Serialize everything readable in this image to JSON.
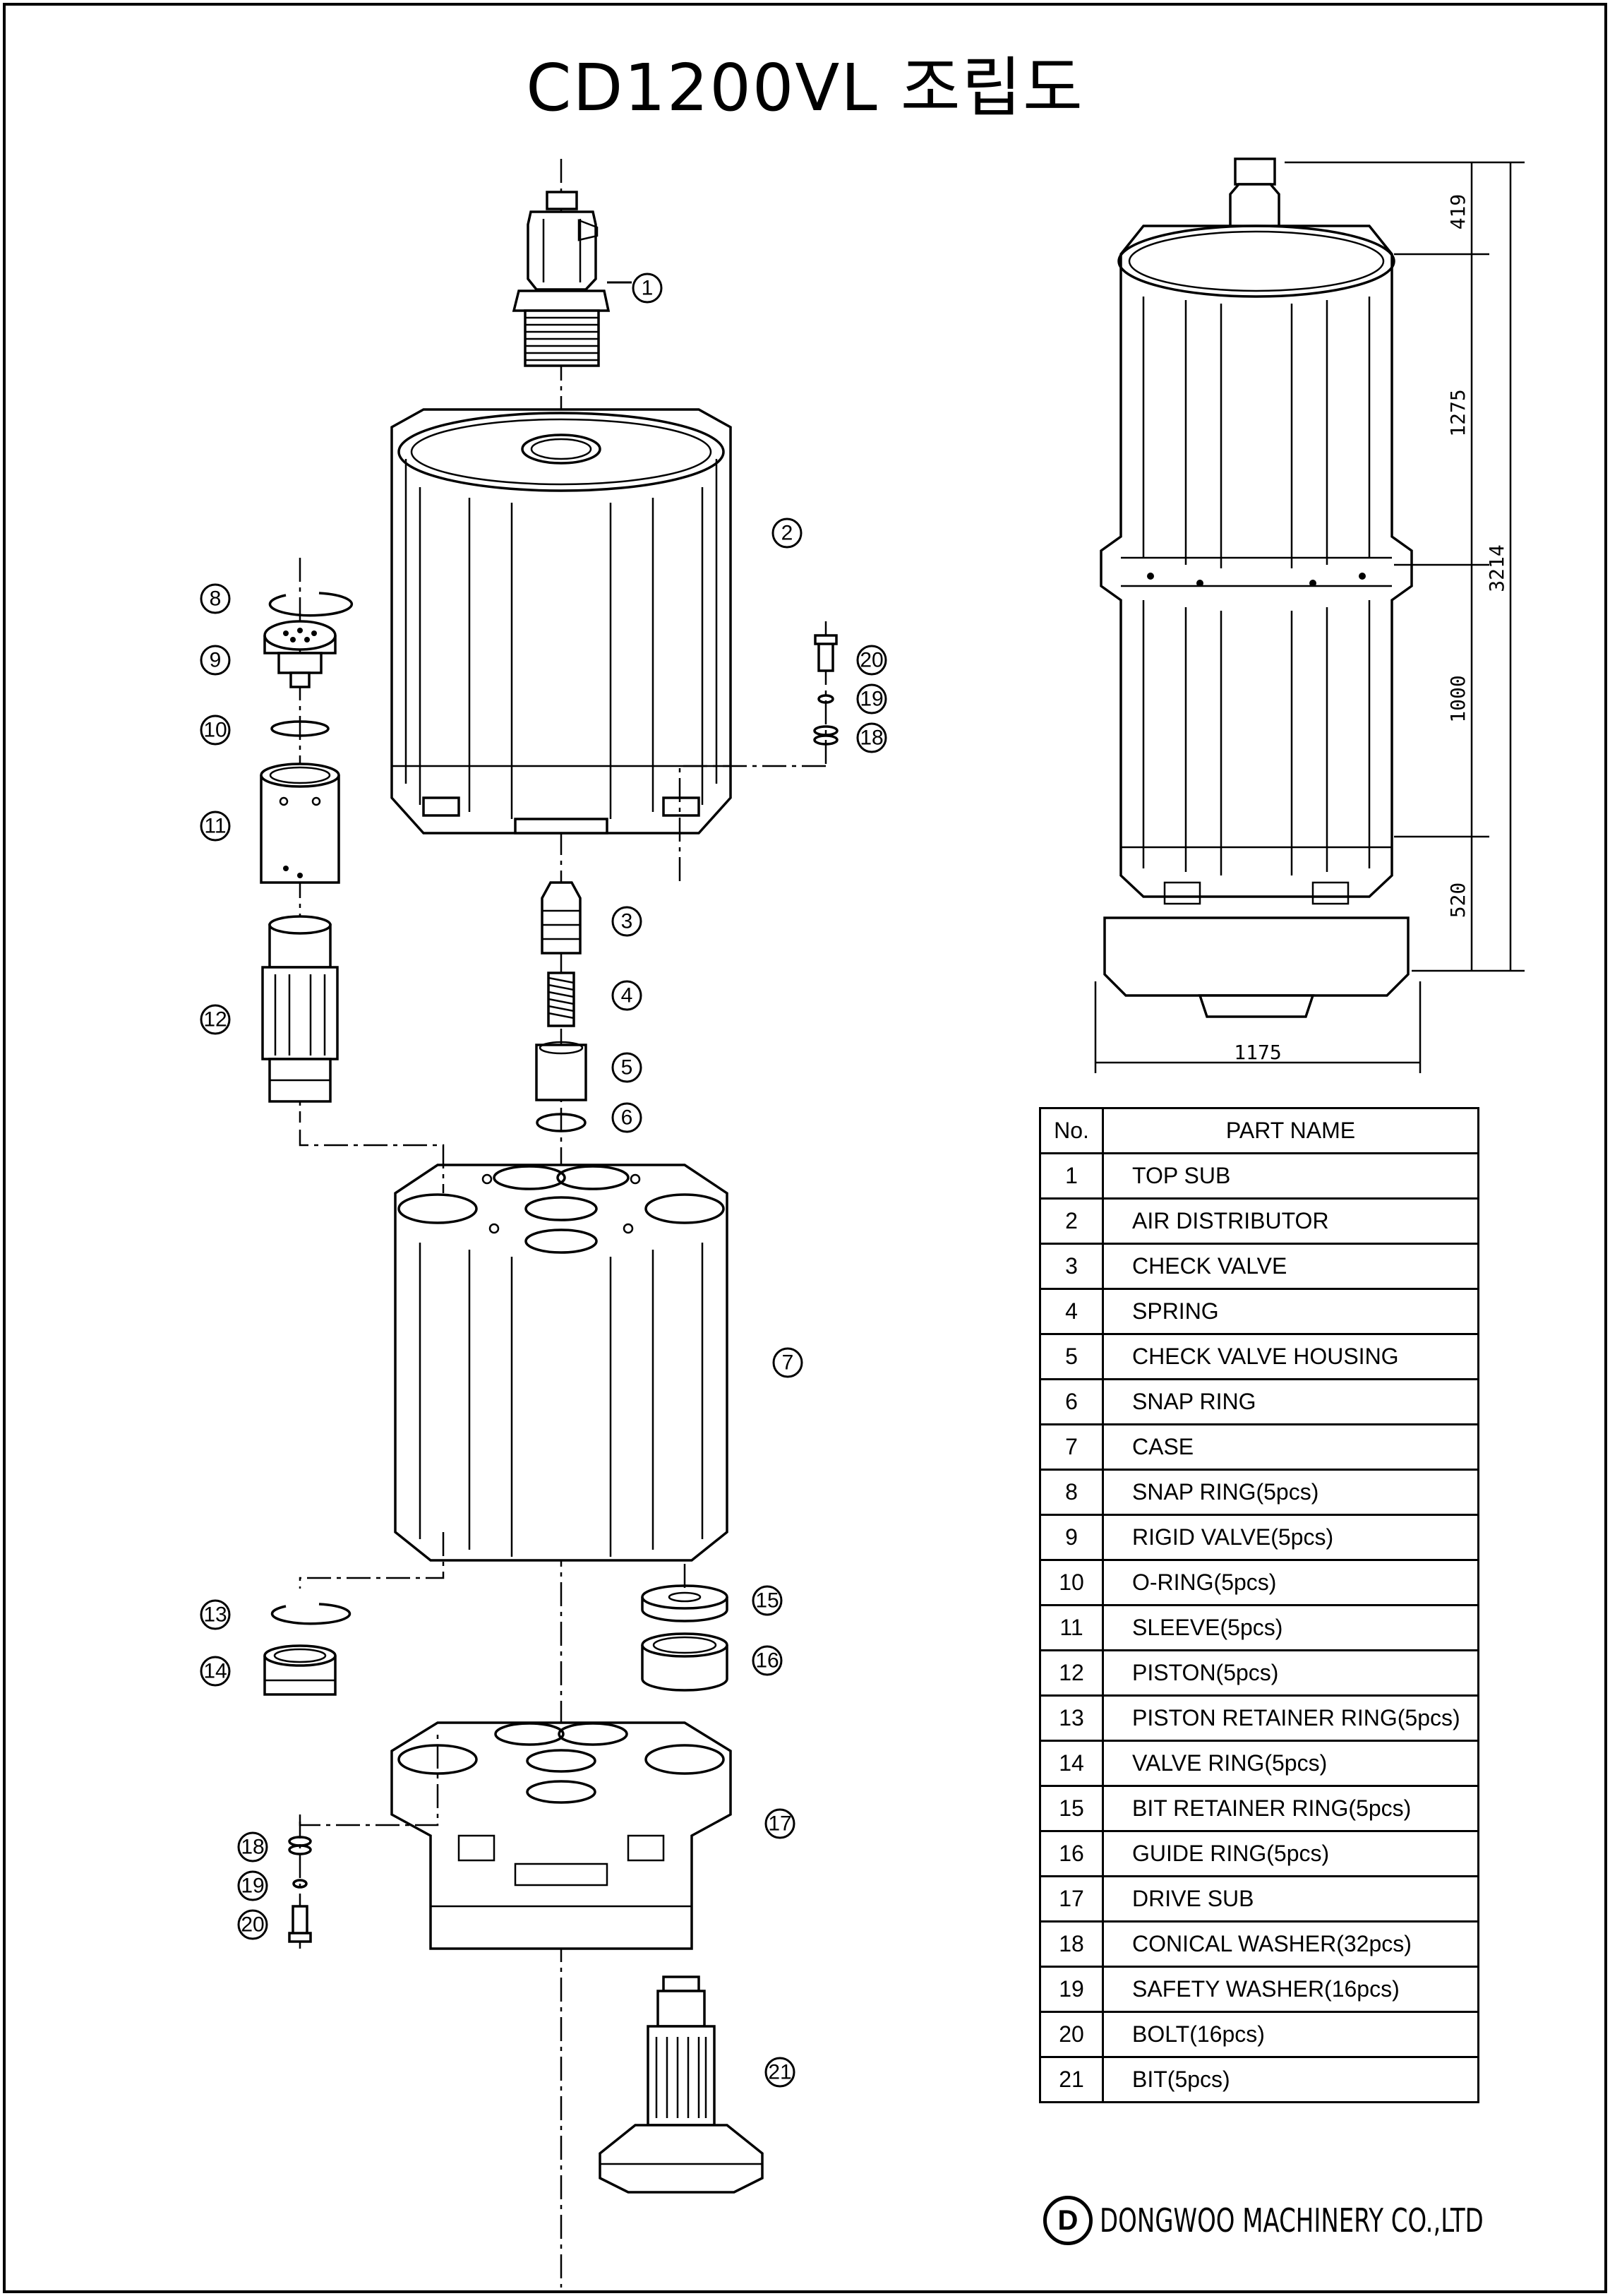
{
  "title": "CD1200VL 조립도",
  "callouts": [
    "1",
    "2",
    "3",
    "4",
    "5",
    "6",
    "7",
    "8",
    "9",
    "10",
    "11",
    "12",
    "13",
    "14",
    "15",
    "16",
    "17",
    "18",
    "19",
    "20",
    "21"
  ],
  "dimensions": {
    "top": "419",
    "upper": "1275",
    "total": "3214",
    "middle": "1000",
    "lower": "520",
    "width": "1175"
  },
  "table": {
    "header_no": "No.",
    "header_name": "PART NAME",
    "rows": [
      {
        "no": "1",
        "name": "TOP SUB"
      },
      {
        "no": "2",
        "name": "AIR DISTRIBUTOR"
      },
      {
        "no": "3",
        "name": "CHECK VALVE"
      },
      {
        "no": "4",
        "name": "SPRING"
      },
      {
        "no": "5",
        "name": "CHECK VALVE HOUSING"
      },
      {
        "no": "6",
        "name": "SNAP RING"
      },
      {
        "no": "7",
        "name": "CASE"
      },
      {
        "no": "8",
        "name": "SNAP RING(5pcs)"
      },
      {
        "no": "9",
        "name": "RIGID VALVE(5pcs)"
      },
      {
        "no": "10",
        "name": "O-RING(5pcs)"
      },
      {
        "no": "11",
        "name": "SLEEVE(5pcs)"
      },
      {
        "no": "12",
        "name": "PISTON(5pcs)"
      },
      {
        "no": "13",
        "name": "PISTON RETAINER RING(5pcs)"
      },
      {
        "no": "14",
        "name": "VALVE RING(5pcs)"
      },
      {
        "no": "15",
        "name": "BIT RETAINER RING(5pcs)"
      },
      {
        "no": "16",
        "name": "GUIDE RING(5pcs)"
      },
      {
        "no": "17",
        "name": "DRIVE SUB"
      },
      {
        "no": "18",
        "name": "CONICAL WASHER(32pcs)"
      },
      {
        "no": "19",
        "name": "SAFETY WASHER(16pcs)"
      },
      {
        "no": "20",
        "name": "BOLT(16pcs)"
      },
      {
        "no": "21",
        "name": "BIT(5pcs)"
      }
    ]
  },
  "logo": {
    "mark": "D",
    "text": "DONGWOO MACHINERY CO.,LTD"
  }
}
